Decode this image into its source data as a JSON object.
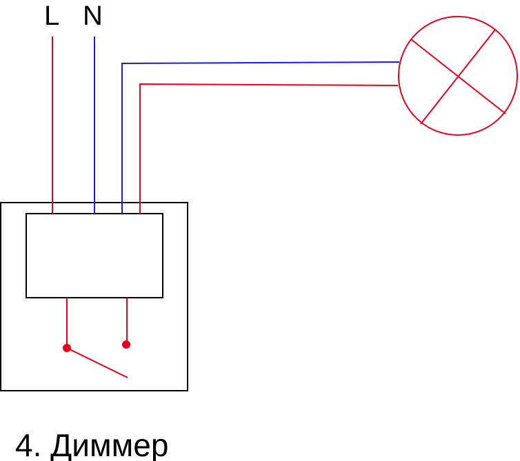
{
  "terminals": {
    "line_label": "L",
    "neutral_label": "N"
  },
  "caption": "4. Диммер",
  "colors": {
    "phase_wire": "#e8001e",
    "neutral_wire": "#1a1adb",
    "outline": "#000000",
    "background": "#ffffff"
  },
  "icons": {
    "lamp": "lamp-symbol-icon",
    "dimmer": "dimmer-switch-icon"
  }
}
